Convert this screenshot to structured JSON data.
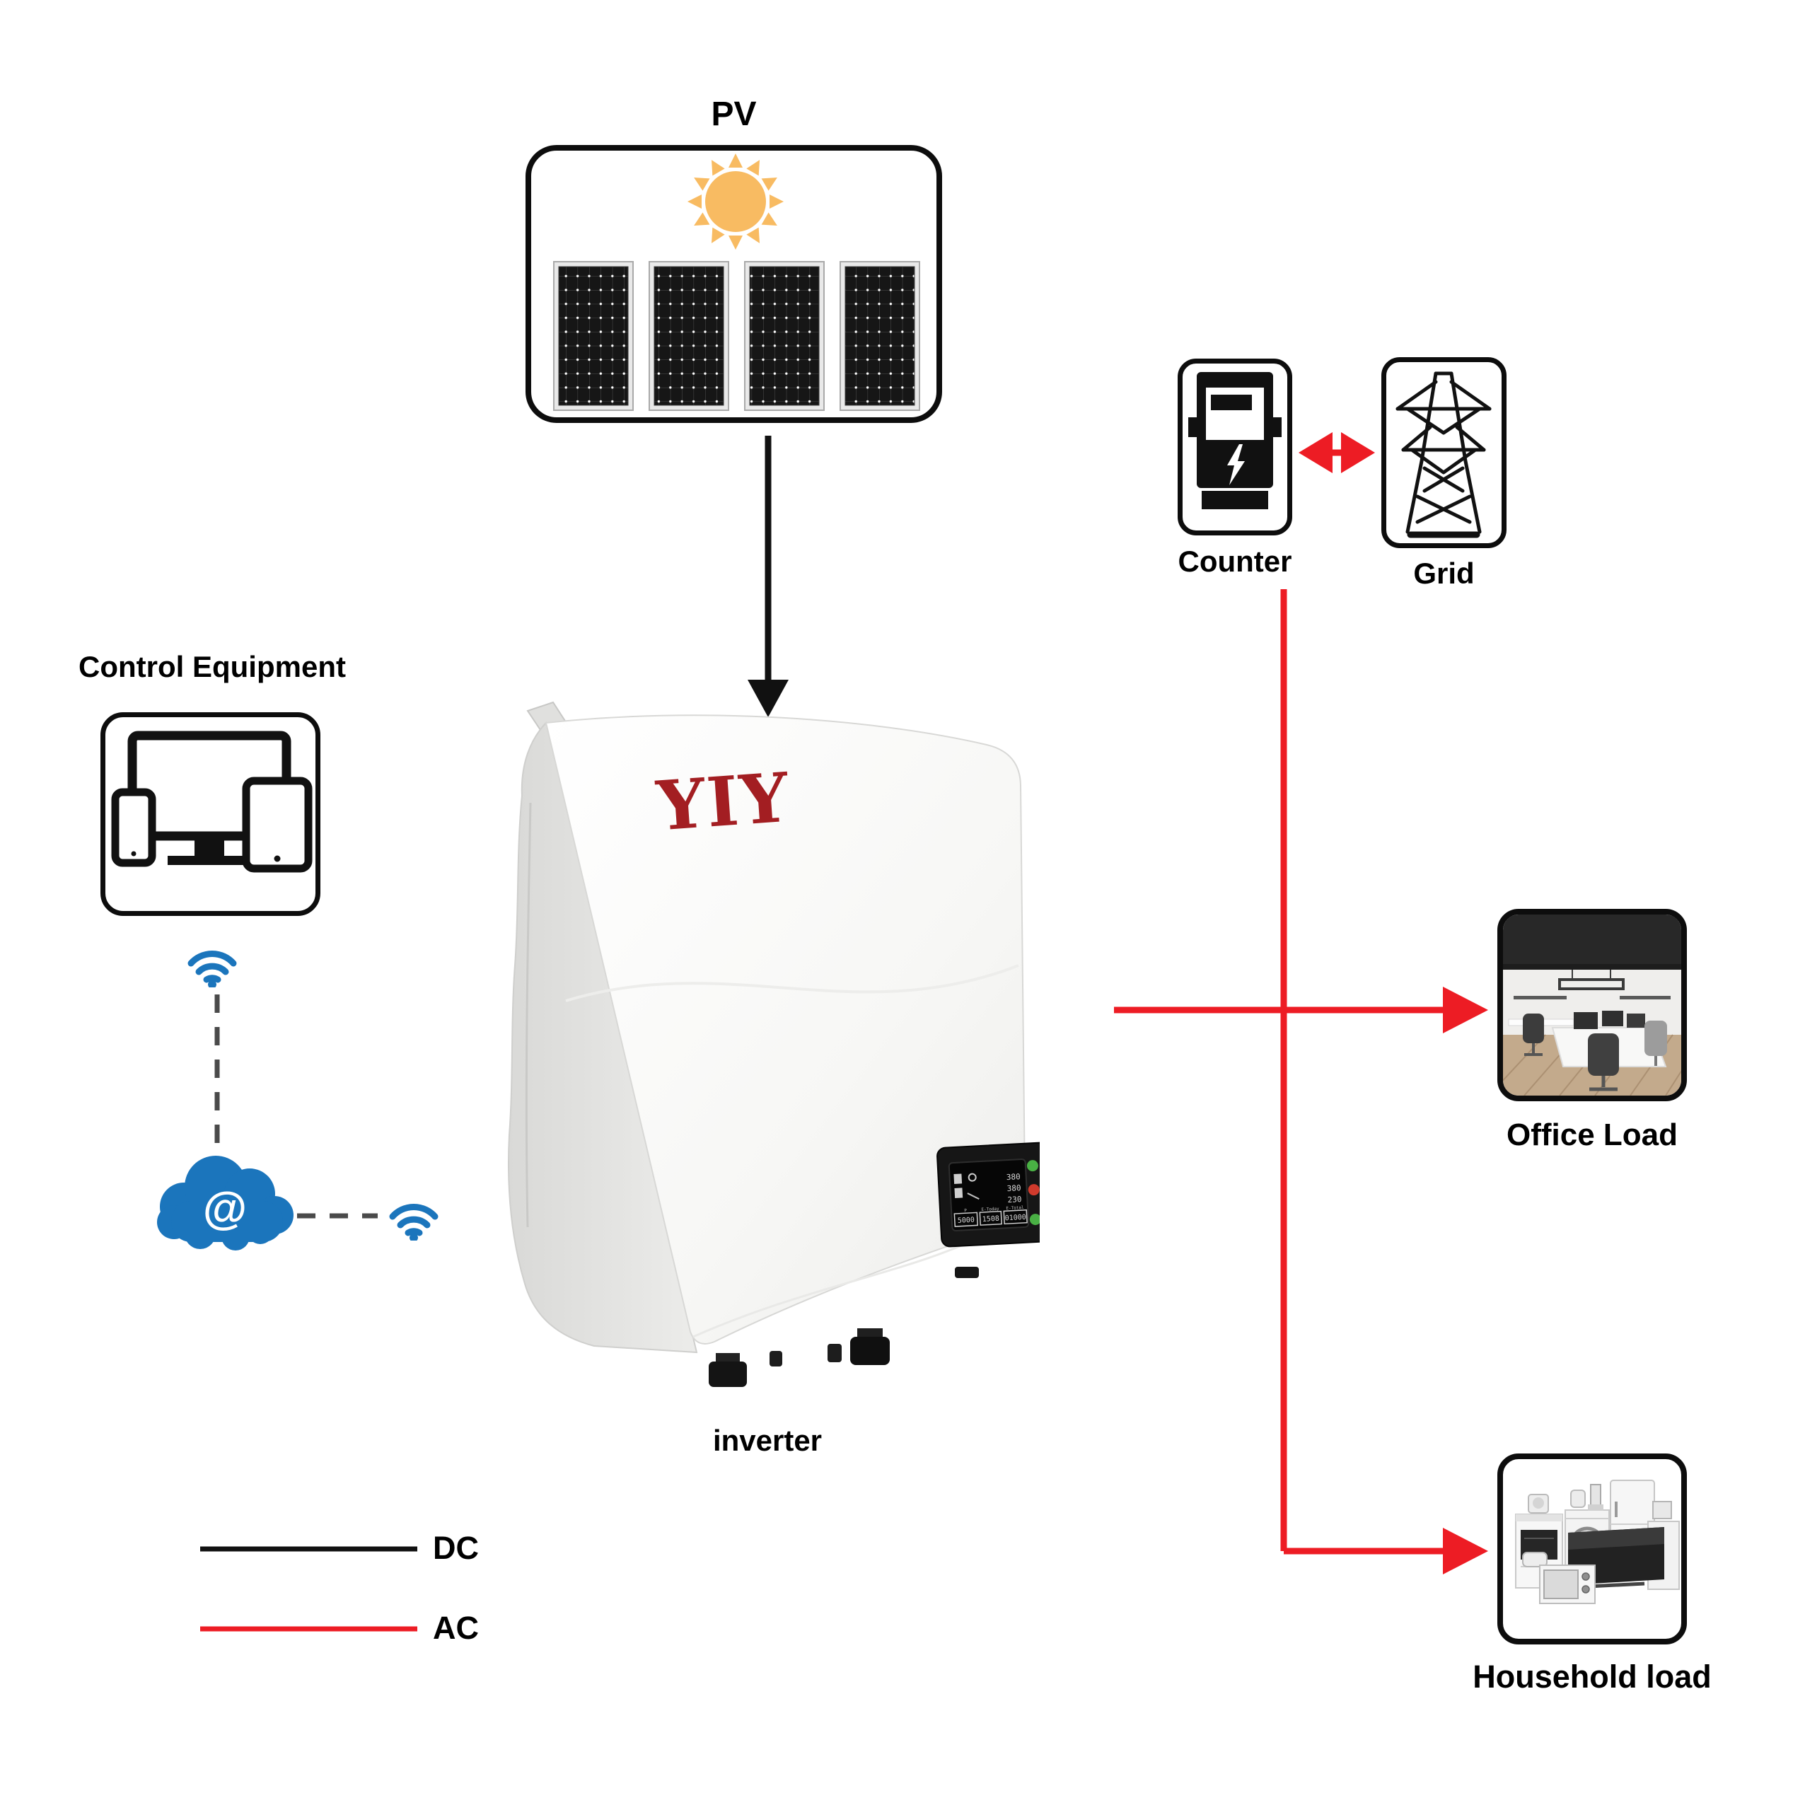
{
  "nodes": {
    "pv": {
      "label": "PV"
    },
    "control_equipment": {
      "label": "Control Equipment"
    },
    "counter": {
      "label": "Counter"
    },
    "grid": {
      "label": "Grid"
    },
    "office_load": {
      "label": "Office Load"
    },
    "household_load": {
      "label": "Household load"
    },
    "cloud": {
      "symbol": "@"
    },
    "inverter": {
      "label": "inverter",
      "brand": "YIY",
      "display": {
        "voltages": [
          "380",
          "380",
          "230"
        ],
        "readout_labels": [
          "P",
          "E-Today",
          "E-Total"
        ],
        "readouts": [
          "5000",
          "1508",
          "01000"
        ]
      }
    }
  },
  "legend": {
    "dc_label": "DC",
    "ac_label": "AC"
  },
  "colors": {
    "dc_line": "#111111",
    "ac_line": "#ED1C24",
    "wifi_blue": "#1B75BC",
    "cloud_blue": "#1B75BC",
    "sun_orange": "#F8BB62",
    "brand_red": "#A31E22",
    "led_green": "#49B044",
    "led_red": "#D03A2C"
  }
}
